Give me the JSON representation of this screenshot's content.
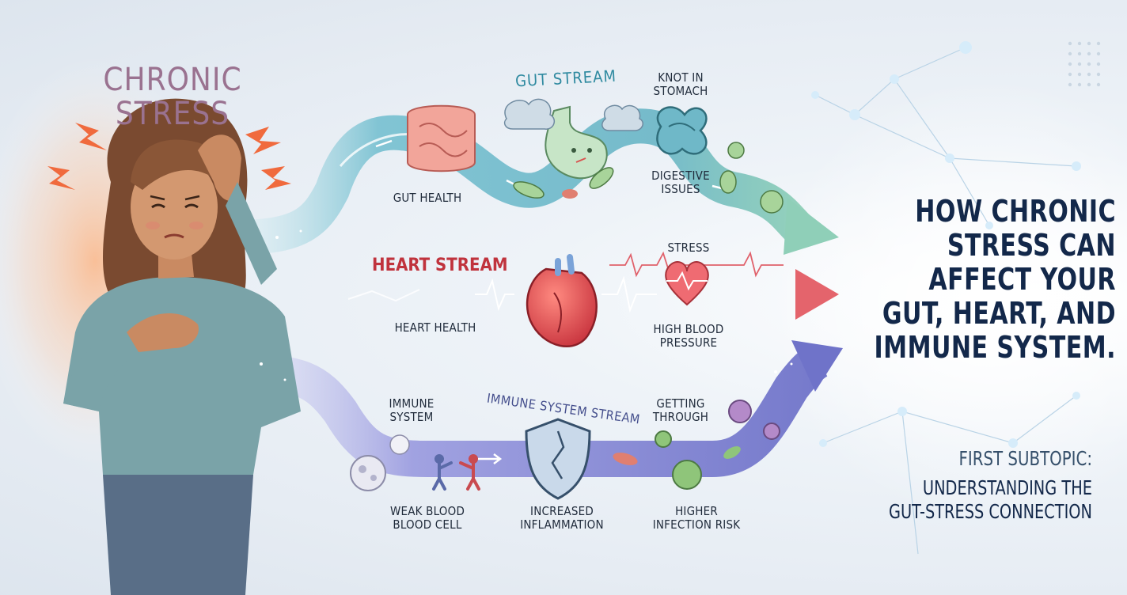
{
  "left_title": "CHRONIC\nSTRESS",
  "streams": {
    "gut": {
      "title": "GUT STREAM",
      "labels": {
        "gut_health": "GUT HEALTH",
        "knot": "KNOT IN\nSTOMACH",
        "digestive": "DIGESTIVE\nISSUES"
      }
    },
    "heart": {
      "title": "HEART STREAM",
      "labels": {
        "heart_health": "HEART HEALTH",
        "stress": "STRESS",
        "pressure": "HIGH BLOOD\nPRESSURE"
      }
    },
    "immune": {
      "title": "IMMUNE SYSTEM STREAM",
      "labels": {
        "immune_system": "IMMUNE\nSYSTEM",
        "getting_through": "GETTING\nTHROUGH",
        "weak_cell": "WEAK BLOOD\nBLOOD CELL",
        "inflammation": "INCREASED\nINFLAMMATION",
        "infection": "HIGHER\nINFECTION RISK"
      }
    }
  },
  "headline": "HOW CHRONIC\nSTRESS CAN\nAFFECT YOUR\nGUT, HEART, AND\nIMMUNE SYSTEM.",
  "subtopic": {
    "kicker": "FIRST SUBTOPIC:",
    "text": "UNDERSTANDING THE\nGUT-STRESS CONNECTION"
  },
  "colors": {
    "gut_stream": "#6fb8c8",
    "heart_stream": "#e9737a",
    "immune_stream": "#8e8fd8",
    "headline": "#13284a"
  }
}
